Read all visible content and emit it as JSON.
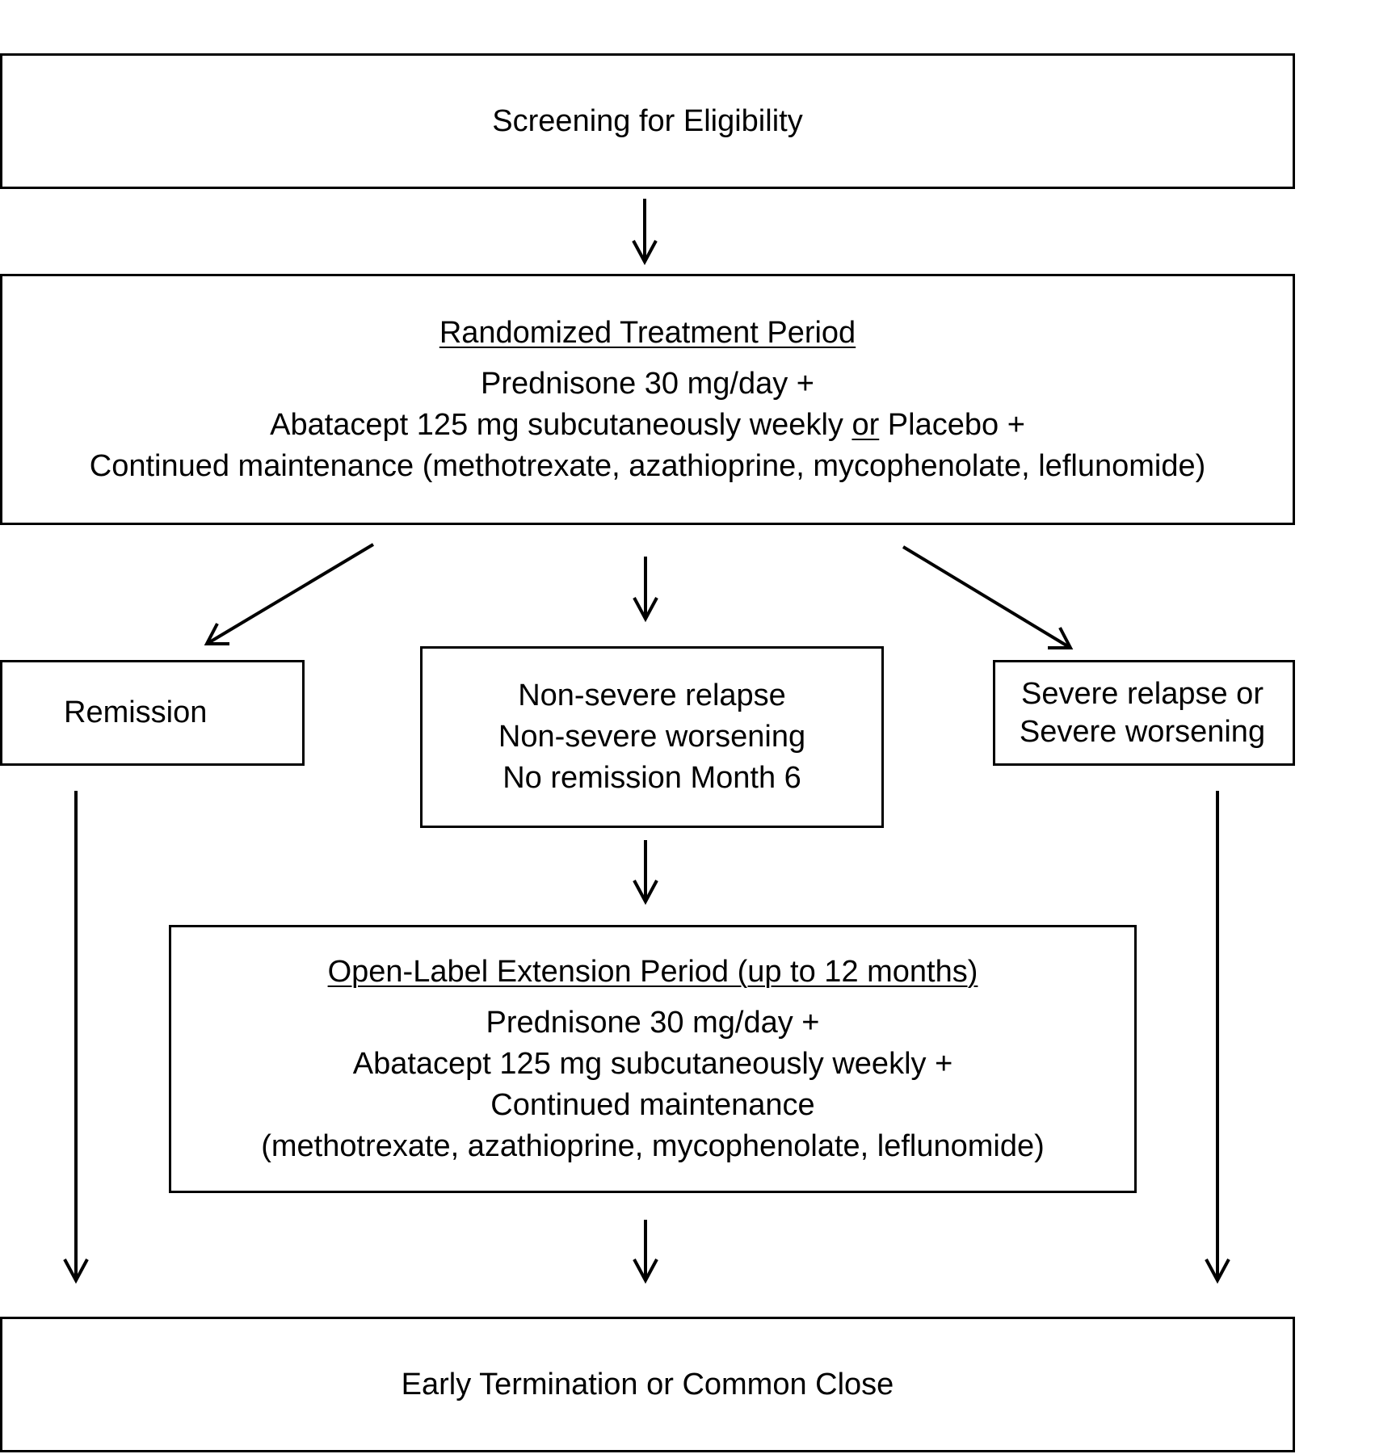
{
  "flowchart": {
    "screening": {
      "label": "Screening for Eligibility"
    },
    "randomized_period": {
      "heading": "Randomized Treatment Period",
      "line1": "Prednisone 30 mg/day +",
      "line2_prefix": "Abatacept 125 mg subcutaneously weekly ",
      "line2_or": "or",
      "line2_suffix": " Placebo +",
      "line3": "Continued maintenance (methotrexate, azathioprine, mycophenolate, leflunomide)"
    },
    "remission": {
      "label": "Remission"
    },
    "non_severe": {
      "line1": "Non-severe relapse",
      "line2": "Non-severe worsening",
      "line3": "No remission Month 6"
    },
    "severe": {
      "line1": "Severe relapse or",
      "line2": "Severe worsening"
    },
    "open_label_period": {
      "heading": "Open-Label Extension Period (up to 12 months)",
      "line1": "Prednisone 30 mg/day +",
      "line2": "Abatacept 125 mg subcutaneously weekly +",
      "line3": "Continued maintenance",
      "line4": "(methotrexate, azathioprine, mycophenolate, leflunomide)"
    },
    "closing": {
      "label": "Early Termination or Common Close"
    }
  }
}
